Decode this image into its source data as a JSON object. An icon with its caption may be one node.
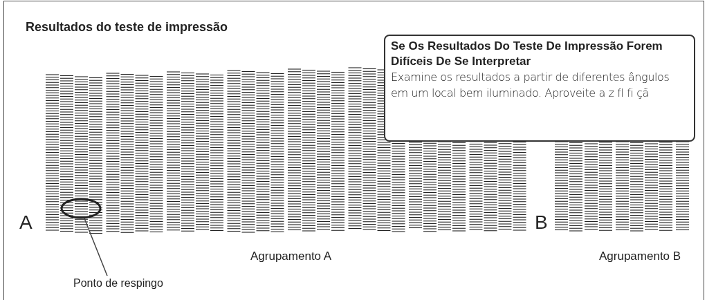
{
  "diagram": {
    "title": "Resultados do teste de impressão",
    "nodes": [
      {
        "text": [
          "Se Os Resultados Do Teste De Impressão Forem Difíceis De Se Interpretar",
          "Examine os resultados a partir de diferentes ângulos em um local bem iluminado. Aproveite a z fl fi çã"
        ]
      },
      {
        "text": [
          "Ponto de respingo"
        ]
      },
      {
        "text": [],
        "shape": "circle"
      }
    ],
    "edges": [
      {
        "from": 1,
        "to": 2,
        "arrow": "none"
      }
    ],
    "labels": [
      "A",
      "B",
      "Agrupamento A",
      "Agrupamento B"
    ]
  }
}
